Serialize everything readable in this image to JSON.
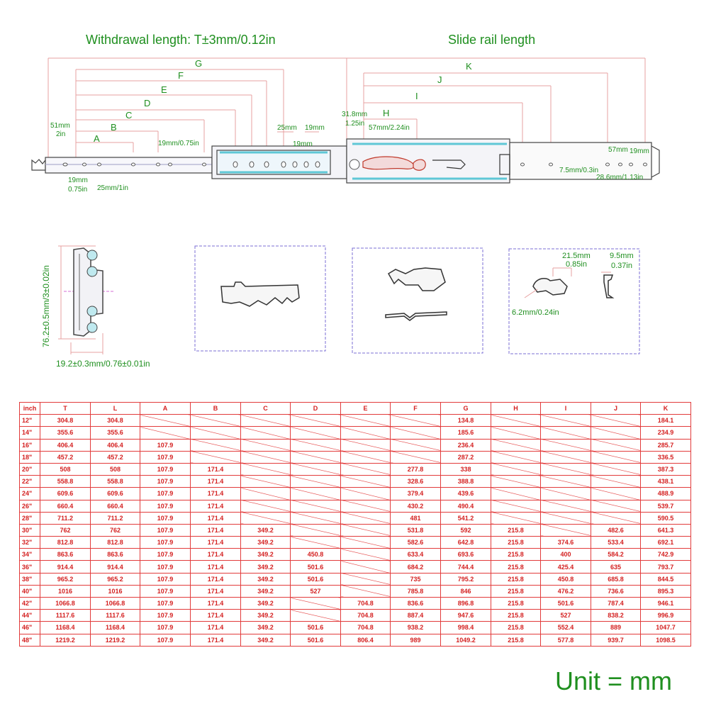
{
  "headings": {
    "withdrawal": "Withdrawal length: T±3mm/0.12in",
    "slide_rail": "Slide rail length",
    "unit": "Unit = mm"
  },
  "top_diagram": {
    "letters": {
      "G": "G",
      "F": "F",
      "E": "E",
      "D": "D",
      "C": "C",
      "B": "B",
      "A": "A",
      "K": "K",
      "J": "J",
      "I": "I",
      "H": "H"
    },
    "dims": {
      "d51mm": "51mm",
      "d2in": "2in",
      "d19mm_075": "19mm/0.75in",
      "d25mm": "25mm",
      "d19mm_a": "19mm",
      "d19mm_b": "19mm",
      "d19mm_left": "19mm",
      "d075in": "0.75in",
      "d25mm_1in": "25mm/1in",
      "d318mm": "31.8mm",
      "d125in": "1.25in",
      "d57mm_224": "57mm/2.24in",
      "d57mm": "57mm",
      "d19mm_right": "19mm",
      "d75mm": "7.5mm/0.3in",
      "d286mm": "28.6mm/1.13in"
    }
  },
  "detail_diagrams": {
    "height_dim": "76.2±0.5mm/3±0.02in",
    "width_dim": "19.2±0.3mm/0.76±0.01in",
    "d215mm": "21.5mm",
    "d085in": "0.85in",
    "d95mm": "9.5mm",
    "d037in": "0.37in",
    "d62mm": "6.2mm/0.24in"
  },
  "table": {
    "headers": [
      "inch",
      "T",
      "L",
      "A",
      "B",
      "C",
      "D",
      "E",
      "F",
      "G",
      "H",
      "I",
      "J",
      "K"
    ],
    "rows": [
      [
        "12\"",
        "304.8",
        "304.8",
        "",
        "",
        "",
        "",
        "",
        "",
        "134.8",
        "",
        "",
        "",
        "184.1"
      ],
      [
        "14\"",
        "355.6",
        "355.6",
        "",
        "",
        "",
        "",
        "",
        "",
        "185.6",
        "",
        "",
        "",
        "234.9"
      ],
      [
        "16\"",
        "406.4",
        "406.4",
        "107.9",
        "",
        "",
        "",
        "",
        "",
        "236.4",
        "",
        "",
        "",
        "285.7"
      ],
      [
        "18\"",
        "457.2",
        "457.2",
        "107.9",
        "",
        "",
        "",
        "",
        "",
        "287.2",
        "",
        "",
        "",
        "336.5"
      ],
      [
        "20\"",
        "508",
        "508",
        "107.9",
        "171.4",
        "",
        "",
        "",
        "277.8",
        "338",
        "",
        "",
        "",
        "387.3"
      ],
      [
        "22\"",
        "558.8",
        "558.8",
        "107.9",
        "171.4",
        "",
        "",
        "",
        "328.6",
        "388.8",
        "",
        "",
        "",
        "438.1"
      ],
      [
        "24\"",
        "609.6",
        "609.6",
        "107.9",
        "171.4",
        "",
        "",
        "",
        "379.4",
        "439.6",
        "",
        "",
        "",
        "488.9"
      ],
      [
        "26\"",
        "660.4",
        "660.4",
        "107.9",
        "171.4",
        "",
        "",
        "",
        "430.2",
        "490.4",
        "",
        "",
        "",
        "539.7"
      ],
      [
        "28\"",
        "711.2",
        "711.2",
        "107.9",
        "171.4",
        "",
        "",
        "",
        "481",
        "541.2",
        "",
        "",
        "",
        "590.5"
      ],
      [
        "30\"",
        "762",
        "762",
        "107.9",
        "171.4",
        "349.2",
        "",
        "",
        "531.8",
        "592",
        "215.8",
        "",
        "482.6",
        "641.3"
      ],
      [
        "32\"",
        "812.8",
        "812.8",
        "107.9",
        "171.4",
        "349.2",
        "",
        "",
        "582.6",
        "642.8",
        "215.8",
        "374.6",
        "533.4",
        "692.1"
      ],
      [
        "34\"",
        "863.6",
        "863.6",
        "107.9",
        "171.4",
        "349.2",
        "450.8",
        "",
        "633.4",
        "693.6",
        "215.8",
        "400",
        "584.2",
        "742.9"
      ],
      [
        "36\"",
        "914.4",
        "914.4",
        "107.9",
        "171.4",
        "349.2",
        "501.6",
        "",
        "684.2",
        "744.4",
        "215.8",
        "425.4",
        "635",
        "793.7"
      ],
      [
        "38\"",
        "965.2",
        "965.2",
        "107.9",
        "171.4",
        "349.2",
        "501.6",
        "",
        "735",
        "795.2",
        "215.8",
        "450.8",
        "685.8",
        "844.5"
      ],
      [
        "40\"",
        "1016",
        "1016",
        "107.9",
        "171.4",
        "349.2",
        "527",
        "",
        "785.8",
        "846",
        "215.8",
        "476.2",
        "736.6",
        "895.3"
      ],
      [
        "42\"",
        "1066.8",
        "1066.8",
        "107.9",
        "171.4",
        "349.2",
        "",
        "704.8",
        "836.6",
        "896.8",
        "215.8",
        "501.6",
        "787.4",
        "946.1"
      ],
      [
        "44\"",
        "1117.6",
        "1117.6",
        "107.9",
        "171.4",
        "349.2",
        "",
        "704.8",
        "887.4",
        "947.6",
        "215.8",
        "527",
        "838.2",
        "996.9"
      ],
      [
        "46\"",
        "1168.4",
        "1168.4",
        "107.9",
        "171.4",
        "349.2",
        "501.6",
        "704.8",
        "938.2",
        "998.4",
        "215.8",
        "552.4",
        "889",
        "1047.7"
      ],
      [
        "48\"",
        "1219.2",
        "1219.2",
        "107.9",
        "171.4",
        "349.2",
        "501.6",
        "806.4",
        "989",
        "1049.2",
        "215.8",
        "577.8",
        "939.7",
        "1098.5"
      ]
    ]
  }
}
